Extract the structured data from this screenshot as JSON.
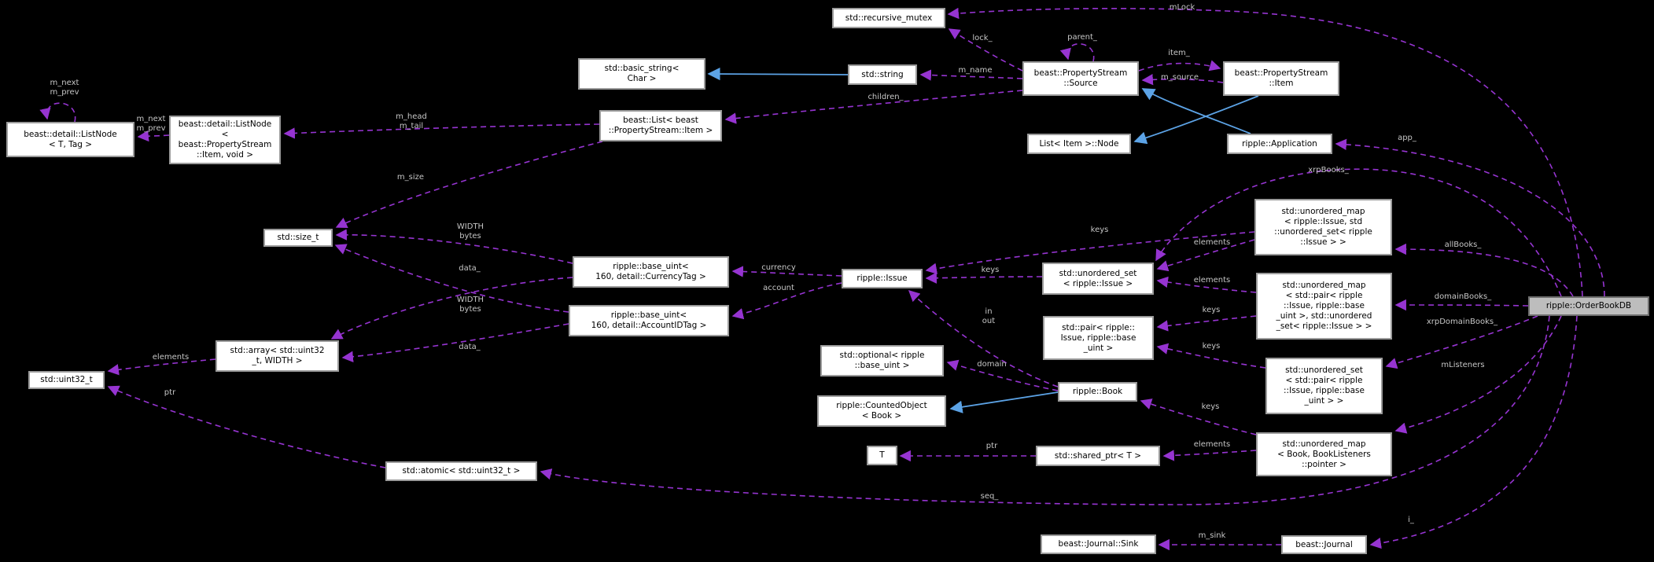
{
  "nodes": {
    "listnode_t_tag": {
      "label": "beast::detail::ListNode\n< T, Tag >"
    },
    "listnode_item": {
      "label": "beast::detail::ListNode\n< beast::PropertyStream\n::Item, void >"
    },
    "beast_list": {
      "label": "beast::List< beast\n::PropertyStream::Item >"
    },
    "basic_string": {
      "label": "std::basic_string<\nChar >"
    },
    "std_string": {
      "label": "std::string"
    },
    "recursive_mutex": {
      "label": "std::recursive_mutex"
    },
    "ps_source": {
      "label": "beast::PropertyStream\n::Source"
    },
    "ps_item": {
      "label": "beast::PropertyStream\n::Item"
    },
    "list_item_node": {
      "label": "List< Item >::Node"
    },
    "application": {
      "label": "ripple::Application"
    },
    "size_t": {
      "label": "std::size_t"
    },
    "base_uint_currency": {
      "label": "ripple::base_uint<\n160, detail::CurrencyTag >"
    },
    "base_uint_account": {
      "label": "ripple::base_uint<\n160, detail::AccountIDTag >"
    },
    "issue": {
      "label": "ripple::Issue"
    },
    "array": {
      "label": "std::array< std::uint32\n_t, WIDTH >"
    },
    "uint32": {
      "label": "std::uint32_t"
    },
    "atomic": {
      "label": "std::atomic< std::uint32_t >"
    },
    "unordered_map_issue_set": {
      "label": "std::unordered_map\n< ripple::Issue, std\n::unordered_set< ripple\n::Issue > >"
    },
    "unordered_set_issue": {
      "label": "std::unordered_set\n< ripple::Issue >"
    },
    "unordered_map_pair_set": {
      "label": "std::unordered_map\n< std::pair< ripple\n::Issue, ripple::base\n_uint >, std::unordered\n_set< ripple::Issue > >"
    },
    "pair_issue_baseuint": {
      "label": "std::pair< ripple::\nIssue, ripple::base\n_uint >"
    },
    "unordered_set_pair": {
      "label": "std::unordered_set\n< std::pair< ripple\n::Issue, ripple::base\n_uint > >"
    },
    "unordered_map_book": {
      "label": "std::unordered_map\n< Book, BookListeners\n::pointer >"
    },
    "optional_baseuint": {
      "label": "std::optional< ripple\n::base_uint >"
    },
    "counted_object": {
      "label": "ripple::CountedObject\n< Book >"
    },
    "book": {
      "label": "ripple::Book"
    },
    "t_param": {
      "label": "T"
    },
    "shared_ptr": {
      "label": "std::shared_ptr< T >"
    },
    "journal_sink": {
      "label": "beast::Journal::Sink"
    },
    "journal": {
      "label": "beast::Journal"
    },
    "orderbookdb": {
      "label": "ripple::OrderBookDB"
    }
  },
  "edge_labels": {
    "self_next_prev": "m_next\nm_prev",
    "next_prev": "m_next\nm_prev",
    "head_tail": "m_head\nm_tail",
    "m_size": "m_size",
    "lock": "lock_",
    "mlock": "mLock",
    "parent": "parent_",
    "item": "item_",
    "m_source": "m_source",
    "m_name": "m_name",
    "children": "children_",
    "app": "app_",
    "currency": "currency",
    "account": "account",
    "width_bytes_1": "WIDTH\nbytes",
    "width_bytes_2": "WIDTH\nbytes",
    "data_1": "data_",
    "data_2": "data_",
    "elements_array": "elements",
    "ptr_atomic": "ptr",
    "keys_set_issue": "keys",
    "keys_map_issue": "keys",
    "elements_map1": "elements",
    "elements_map2": "elements",
    "keys_map2": "keys",
    "keys_set2": "keys",
    "in_out": "in\nout",
    "domain": "domain",
    "keys_map3": "keys",
    "elements_map3": "elements",
    "ptr_shared": "ptr",
    "xrpbooks": "xrpBooks_",
    "allbooks": "allBooks_",
    "domainbooks": "domainBooks_",
    "xrpdomainbooks": "xrpDomainBooks_",
    "mlisteners": "mListeners",
    "seq": "seq_",
    "i": "i_",
    "m_sink": "m_sink"
  },
  "colors": {
    "background": "#000000",
    "usage_edge": "#9634d1",
    "inheritance_edge": "#5ca3e6",
    "node_fill": "#ffffff",
    "node_border": "#9b9b9b",
    "highlight_fill": "#bdbdbd",
    "edge_label_text": "#c6c6c6"
  }
}
